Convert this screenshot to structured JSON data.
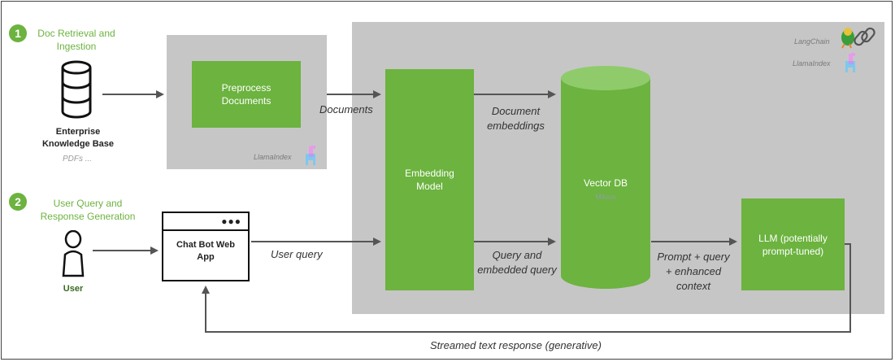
{
  "step1": {
    "number": "1",
    "title": "Doc Retrieval and Ingestion"
  },
  "step2": {
    "number": "2",
    "title": "User Query and Response Generation"
  },
  "kb": {
    "title": "Enterprise Knowledge Base",
    "sub": "PDFs ..."
  },
  "preprocess": {
    "label": "Preprocess Documents",
    "tool": "LlamaIndex"
  },
  "tools": {
    "langchain": "LangChain",
    "llamaindex": "LlamaIndex"
  },
  "edges": {
    "documents": "Documents",
    "doc_embeddings": "Document embeddings",
    "user_query": "User query",
    "query_embedded": "Query and embedded query",
    "prompt": "Prompt + query + enhanced context",
    "streamed": "Streamed text response (generative)"
  },
  "embedding": {
    "label": "Embedding Model"
  },
  "vectordb": {
    "label": "Vector DB",
    "sub": "Milvus"
  },
  "llm": {
    "label": "LLM (potentially prompt-tuned)"
  },
  "chatbot": {
    "label": "Chat Bot Web App"
  },
  "user": {
    "label": "User"
  },
  "colors": {
    "green": "#6cb33f",
    "panel": "#c6c6c6"
  }
}
